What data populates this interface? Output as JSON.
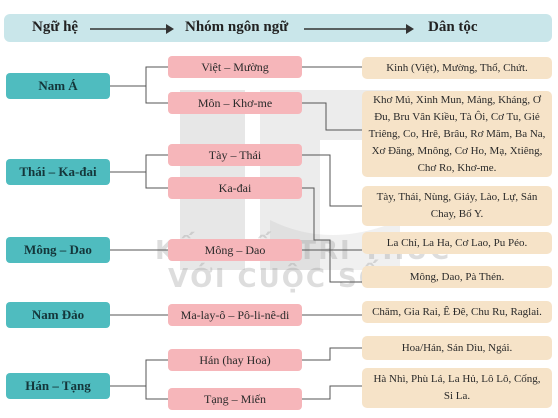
{
  "header": {
    "col1": "Ngữ hệ",
    "col2": "Nhóm ngôn ngữ",
    "col3": "Dân tộc"
  },
  "families": [
    {
      "label": "Nam Á"
    },
    {
      "label": "Thái – Ka-đai"
    },
    {
      "label": "Mông – Dao"
    },
    {
      "label": "Nam Đảo"
    },
    {
      "label": "Hán – Tạng"
    }
  ],
  "groups": [
    {
      "label": "Việt – Mường"
    },
    {
      "label": "Môn – Khơ-me"
    },
    {
      "label": "Tày – Thái"
    },
    {
      "label": "Ka-đai"
    },
    {
      "label": "Mông – Dao"
    },
    {
      "label": "Ma-lay-ô – Pô-li-nê-di"
    },
    {
      "label": "Hán (hay Hoa)"
    },
    {
      "label": "Tạng – Miến"
    }
  ],
  "ethnicities": [
    {
      "text": "Kinh (Việt), Mường, Thổ, Chứt."
    },
    {
      "text": "Khơ Mú, Xinh Mun, Mảng, Kháng, Ơ Đu, Bru Vân Kiều, Tà Ôi, Cơ Tu, Giẻ Triêng, Co, Hrê, Brâu, Rơ Măm, Ba Na, Xơ Đăng, Mnông, Cơ Ho, Mạ, Xtiêng, Chơ Ro, Khơ-me."
    },
    {
      "text": "Tày, Thái, Nùng, Giáy, Lào, Lự, Sán Chay, Bố Y."
    },
    {
      "text": "La Chí, La Ha, Cơ Lao, Pu Péo."
    },
    {
      "text": "Mông, Dao, Pà Thẻn."
    },
    {
      "text": "Chăm, Gia Rai, Ê Đê, Chu Ru, Raglai."
    },
    {
      "text": "Hoa/Hán, Sán Dìu, Ngái."
    },
    {
      "text": "Hà Nhì, Phù Lá, La Hủ, Lô Lô, Cống, Si La."
    }
  ],
  "watermark": {
    "line1": "KẾT NỐI TRI THỨC",
    "line2": "VỚI CUỘC SỐNG"
  },
  "colors": {
    "header": "#c9e6ea",
    "family": "#4fbcbf",
    "group": "#f6b6ba",
    "ethnicity": "#f6e3c8",
    "line": "#555555"
  }
}
